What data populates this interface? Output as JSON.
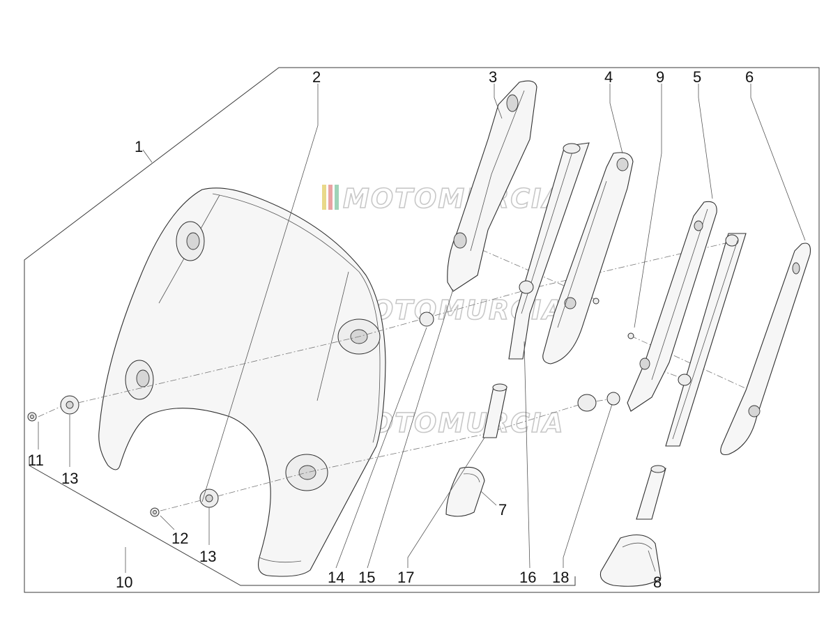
{
  "watermark": {
    "text": "MOTOMURCIA",
    "colors": [
      "#e9d98a",
      "#e9a3a3",
      "#9fd3b8"
    ]
  },
  "callouts": {
    "c1": "1",
    "c2": "2",
    "c3": "3",
    "c4": "4",
    "c5": "5",
    "c6": "6",
    "c7": "7",
    "c8": "8",
    "c9": "9",
    "c10": "10",
    "c11": "11",
    "c12": "12",
    "c13a": "13",
    "c13b": "13",
    "c14": "14",
    "c15": "15",
    "c16": "16",
    "c17": "17",
    "c18": "18"
  },
  "colors": {
    "line": "#3a3a3a",
    "text": "#111111"
  }
}
